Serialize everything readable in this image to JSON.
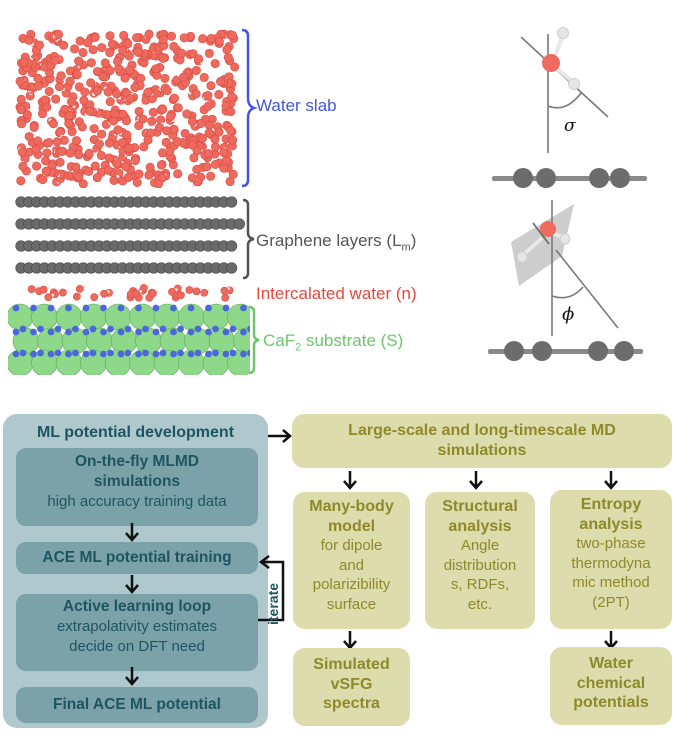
{
  "structure_panel": {
    "labels": {
      "water_slab": "Water slab",
      "graphene": "Graphene layers (L",
      "graphene_sub": "m",
      "graphene_close": ")",
      "intercalated": "Intercalated water (n)",
      "substrate_pre": "CaF",
      "substrate_sub": "2",
      "substrate_post": " substrate (S)"
    },
    "colors": {
      "water_slab": "#4356e0",
      "graphene": "#555555",
      "intercalated": "#e8473e",
      "substrate": "#6cc66c",
      "oxygen": "#ee6a5e",
      "hydrogen": "#e6e6e6",
      "carbon": "#6a6a6a",
      "calcium": "#8ed88a",
      "fluorine": "#4a68d8"
    }
  },
  "angle_panel": {
    "sigma": "σ",
    "phi": "ϕ"
  },
  "workflow": {
    "ml_dev": {
      "title": "ML potential development",
      "steps": [
        {
          "title": "On-the-fly MLMD simulations",
          "title_line1": "On-the-fly MLMD",
          "title_line2": "simulations",
          "desc": "high accuracy training data"
        },
        {
          "title": "ACE ML potential training",
          "desc": ""
        },
        {
          "title": "Active learning loop",
          "desc_line1": "extrapolativity estimates",
          "desc_line2": "decide on DFT need"
        },
        {
          "title": "Final ACE ML potential",
          "desc": ""
        }
      ],
      "iterate_label": "iterate"
    },
    "md": {
      "title_line1": "Large-scale and long-timescale MD",
      "title_line2": "simulations"
    },
    "branches": [
      {
        "title_line1": "Many-body",
        "title_line2": "model",
        "desc": [
          "for dipole",
          "and",
          "polarizibility",
          "surface"
        ]
      },
      {
        "title_line1": "Structural",
        "title_line2": "analysis",
        "desc": [
          "Angle",
          "distribution",
          "s, RDFs,",
          "etc."
        ]
      },
      {
        "title_line1": "Entropy",
        "title_line2": "analysis",
        "desc": [
          "two-phase",
          "thermodyna",
          "mic method",
          "(2PT)"
        ]
      }
    ],
    "outputs": [
      {
        "lines": [
          "Simulated",
          "vSFG",
          "spectra"
        ]
      },
      {
        "lines": [
          "Water",
          "chemical",
          "potentials"
        ]
      }
    ],
    "colors": {
      "ml_outer": "#afc8cd",
      "ml_inner": "#7aa2a8",
      "ml_text": "#1e5560",
      "olive_box": "#dcdcac",
      "olive_text": "#8e8a2c"
    }
  }
}
